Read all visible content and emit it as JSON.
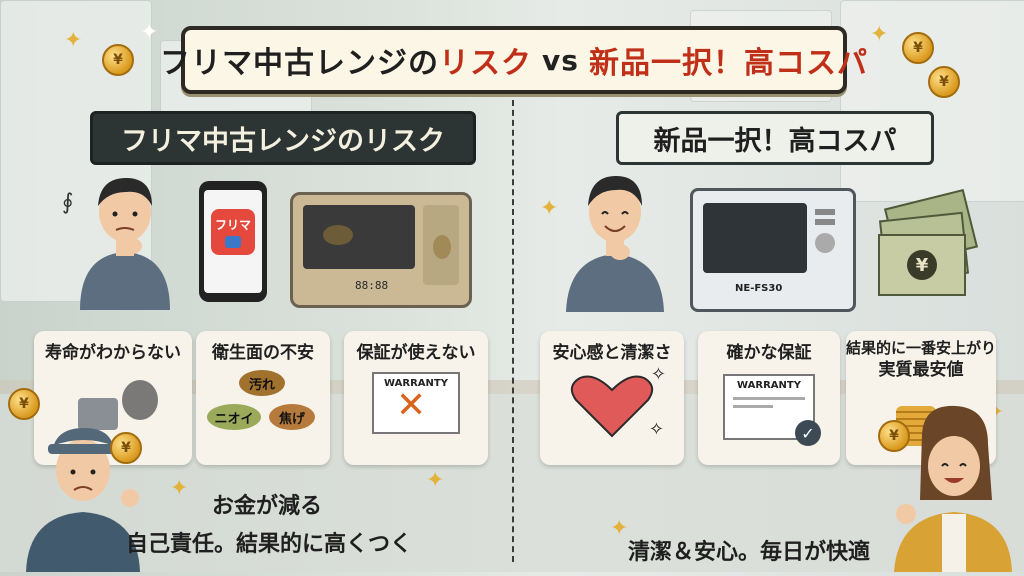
{
  "title": {
    "part1": "フリマ中古レンジの",
    "part2": "リスク",
    "vs": "vs",
    "part3": "新品一択！",
    "part4": "高コスパ"
  },
  "left": {
    "header": "フリマ中古レンジのリスク",
    "phone_app": "フリマ",
    "microwave_display": "88:88",
    "cards": [
      {
        "label": "寿命がわからない"
      },
      {
        "label": "衛生面の不安",
        "bubbles": [
          "汚れ",
          "ニオイ",
          "焦げ"
        ]
      },
      {
        "label": "保証が使えない",
        "doc": "WARRANTY"
      }
    ],
    "bottom_line1": "お金が減る",
    "bottom_line2": "自己責任。結果的に高くつく"
  },
  "right": {
    "header": "新品一択！高コスパ",
    "microwave_model": "NE-FS30",
    "bill_symbol": "¥",
    "cards": [
      {
        "label": "安心感と清潔さ"
      },
      {
        "label": "確かな保証",
        "doc": "WARRANTY"
      },
      {
        "label_line1": "結果的に一番安上がり",
        "label_line2": "実質最安値"
      }
    ],
    "bottom_line": "清潔＆安心。毎日が快適"
  },
  "coin_symbol": "¥",
  "colors": {
    "accent_red": "#c03018",
    "dark_header": "#2c3434",
    "card_bg": "#f7f3ea",
    "coin_gold": "#d99a1e",
    "heart_red": "#e05a5a",
    "warranty_x": "#d8641e"
  }
}
